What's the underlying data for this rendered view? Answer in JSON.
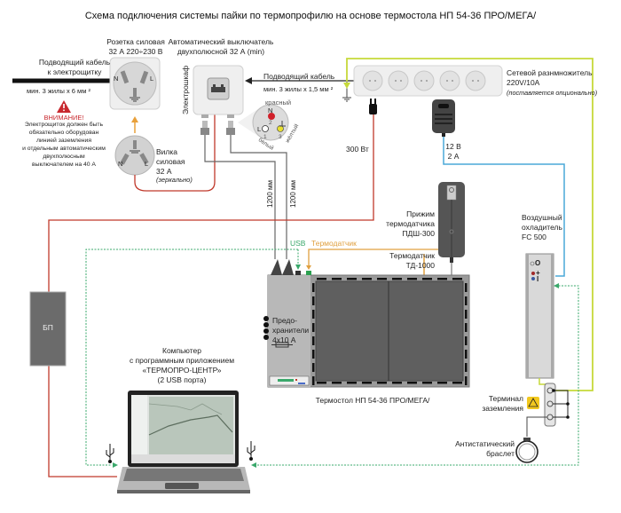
{
  "title": "Схема подключения системы пайки по термопрофилю на основе термостола НП 54-36 ПРО/МЕГА/",
  "colors": {
    "power_line": "#c0392b",
    "ground_line": "#c6d93a",
    "usb_line": "#3aa86b",
    "sensor_line": "#e0a040",
    "dc_line": "#4aa8d8",
    "gray_cable": "#666666",
    "device_dark": "#6b6b6b",
    "device_light": "#dcdcdc",
    "warning_red": "#c8282e",
    "esd_yellow": "#f2c81e"
  },
  "supply_cable": {
    "label": "Подводящий кабель\nк электрощитку",
    "spec": "мин. 3 жилы х 6 мм ²"
  },
  "warning": {
    "icon": "warning-triangle-icon",
    "title": "ВНИМАНИЕ!",
    "text": "Электрощиток должен быть\nобязательно оборудован\nлинией заземления\nи отдельным автоматическим\nдвухполюсным\nвыключателем на 40 А"
  },
  "socket": {
    "label": "Розетка силовая\n32 А 220÷230 В",
    "pin_n": "N",
    "pin_l": "L"
  },
  "plug": {
    "label": "Вилка\nсиловая\n32 А",
    "note": "(зеркально)",
    "pin_n": "N",
    "pin_l": "L"
  },
  "breaker": {
    "label": "Автоматический выключатель\nдвухполюсной 32 А (min)",
    "cabinet_label": "Электрошкаф"
  },
  "breaker_cable": {
    "label": "Подводящий кабель",
    "spec": "мин. 3 жилы х 1,5 мм ²"
  },
  "connector_pinout": {
    "red_label": "красный",
    "white_label": "белый",
    "yellow_label": "жёлтый",
    "pin_n": "N",
    "pin_l": "L",
    "pin_1": "1",
    "pin_2": "2",
    "pin_3": "3"
  },
  "power_strip": {
    "label": "Сетевой разнмножитель\n220V/10A",
    "note": "(поставляется опционально)",
    "outlet_count": 5
  },
  "power_300w": "300 Вт",
  "adapter": {
    "label": "12 В\n2 А"
  },
  "cable_lengths": [
    "1200 мм",
    "1200 мм"
  ],
  "usb_label": "USB",
  "sensor_label": "Термодатчик",
  "clamp": {
    "label": "Прижим\nтермодатчика\nПДШ-300"
  },
  "sensor": {
    "label": "Термодатчик\nТД-1000"
  },
  "cooler": {
    "label": "Воздушный\nохладитель\nFC 500",
    "sym_off": "O",
    "sym_plus": "+",
    "sym_minus": "I"
  },
  "psu": {
    "label": "БП"
  },
  "fuses": {
    "label": "Предо-\nхранители\n4x10 А"
  },
  "table": {
    "label": "Термостол НП 54-36 ПРО/МЕГА/"
  },
  "computer": {
    "label": "Компьютер\nс программным приложением\n«ТЕРМОПРО-ЦЕНТР»\n(2 USB порта)"
  },
  "ground_terminal": {
    "label": "Терминал\nзаземления"
  },
  "wrist_strap": {
    "label": "Антистатический\nбраслет"
  }
}
